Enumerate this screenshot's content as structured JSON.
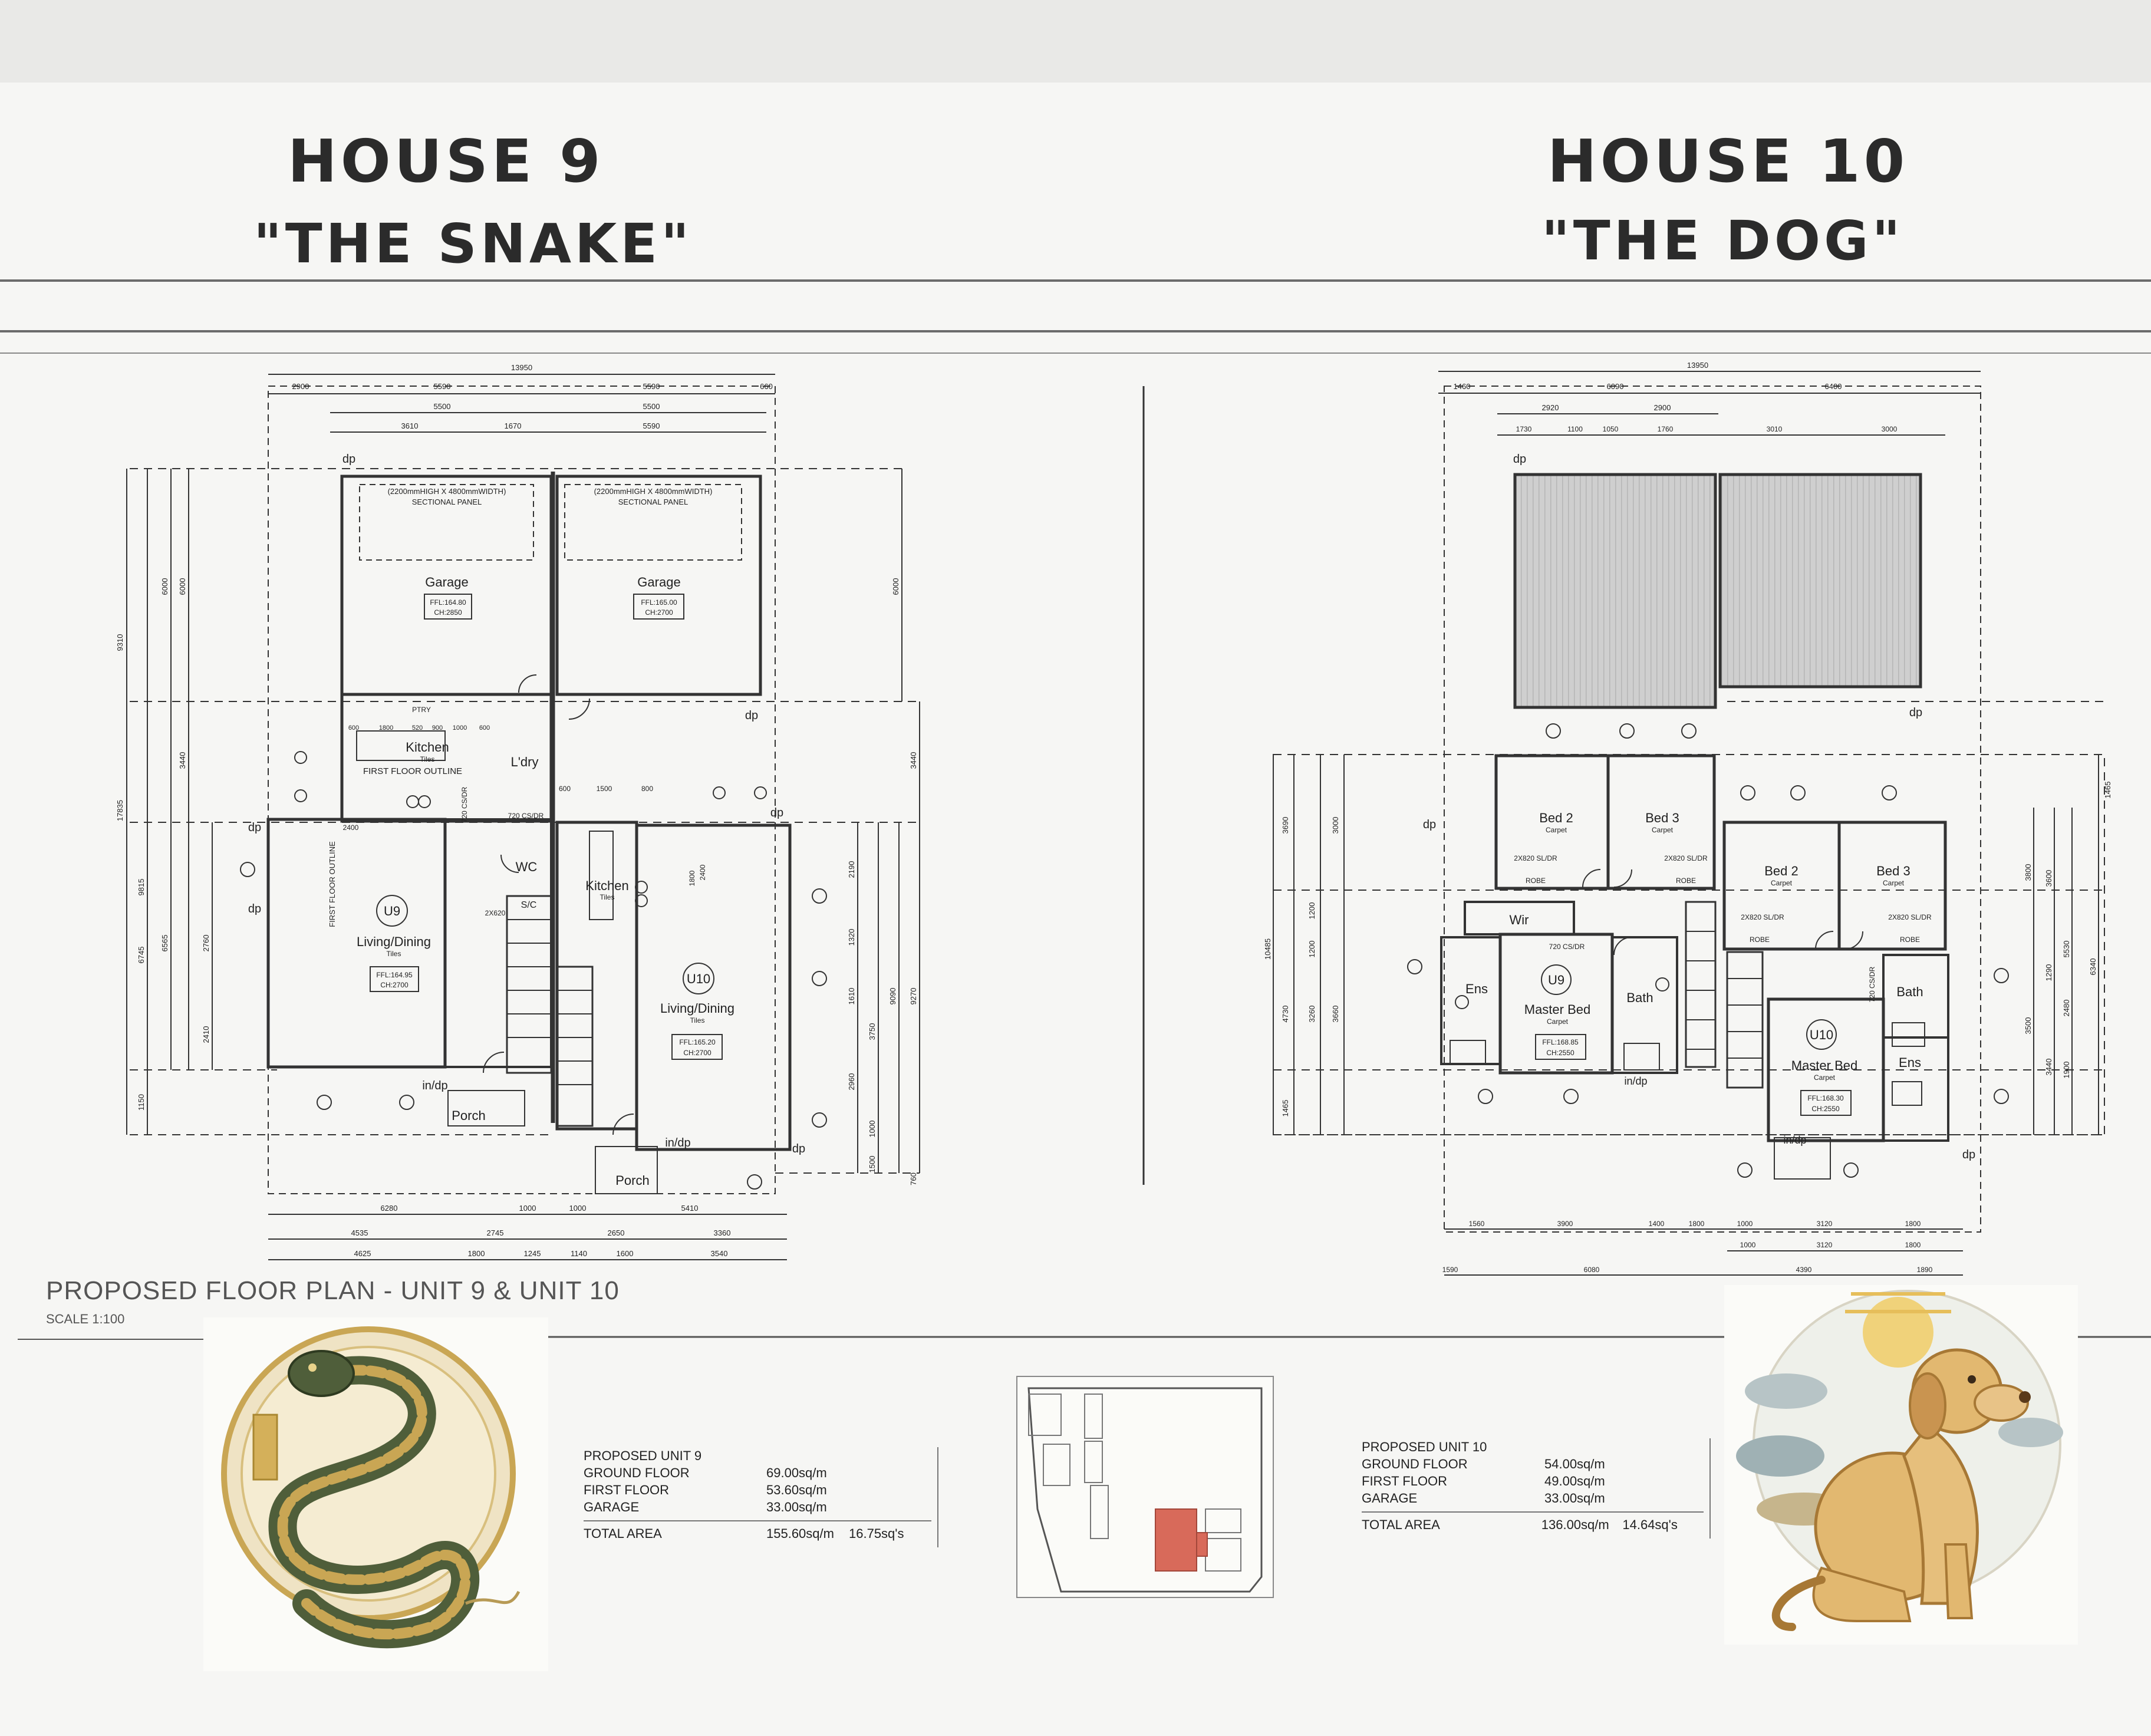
{
  "headings": {
    "house9_line1": "HOUSE 9",
    "house9_line2": "\"THE SNAKE\"",
    "house10_line1": "HOUSE 10",
    "house10_line2": "\"THE DOG\""
  },
  "plan_caption": {
    "title": "PROPOSED FLOOR PLAN - UNIT 9 & UNIT 10",
    "scale": "SCALE 1:100"
  },
  "ground_plan": {
    "overall_width": "13950",
    "top_dims_row1": [
      "2900",
      "5590",
      "5590",
      "660"
    ],
    "top_dims_row2": [
      "5500",
      "5500"
    ],
    "top_dims_row3": [
      "3610",
      "1670",
      "5590"
    ],
    "bottom_dims_row1": [
      "6280",
      "1000",
      "1000",
      "5410"
    ],
    "bottom_dims_row2": [
      "4535",
      "2745",
      "2650",
      "3360"
    ],
    "bottom_dims_row3": [
      "4625",
      "1800",
      "1245",
      "1140",
      "1600",
      "3540"
    ],
    "left_dims": [
      "9310",
      "6000",
      "6000",
      "3440",
      "17835",
      "9815",
      "6745",
      "6565",
      "2760",
      "2410",
      "1150"
    ],
    "right_dims": [
      "6000",
      "3440",
      "2190",
      "1320",
      "1610",
      "3750",
      "2960",
      "1000",
      "9090",
      "9270",
      "1500",
      "760"
    ],
    "garage_panel_left": "(2200mmHIGH X 4800mmWIDTH)",
    "garage_panel_left_sub": "SECTIONAL PANEL",
    "garage_panel_right": "(2200mmHIGH X 4800mmWIDTH)",
    "garage_panel_right_sub": "SECTIONAL PANEL",
    "garage_left": "Garage",
    "garage_left_ffl": "FFL:164.80",
    "garage_left_ch": "CH:2850",
    "garage_right": "Garage",
    "garage_right_ffl": "FFL:165.00",
    "garage_right_ch": "CH:2700",
    "kitchen9": "Kitchen",
    "kitchen9_finish": "Tiles",
    "first_floor_outline": "FIRST FLOOR OUTLINE",
    "pantry": "PTRY",
    "laundry": "L'dry",
    "wc": "WC",
    "stair": "S/C",
    "door_note_1": "720 CS/DR",
    "door_note_2": "720 CS/DR",
    "door_note_3": "2X620",
    "unit9_tag": "U9",
    "living9": "Living/Dining",
    "living9_finish": "Tiles",
    "living9_ffl": "FFL:164.95",
    "living9_ch": "CH:2700",
    "kitchen10": "Kitchen",
    "kitchen10_finish": "Tiles",
    "unit10_tag": "U10",
    "living10": "Living/Dining",
    "living10_finish": "Tiles",
    "living10_ffl": "FFL:165.20",
    "living10_ch": "CH:2700",
    "porch9": "Porch",
    "porch10": "Porch",
    "dp": "dp",
    "indp": "in/dp",
    "kitchen_dims": [
      "600",
      "1800",
      "520",
      "900",
      "1000",
      "600"
    ],
    "inner_dims": [
      "2400",
      "600",
      "1500",
      "800",
      "2400",
      "1800"
    ]
  },
  "first_plan": {
    "overall_width": "13950",
    "top_dims_row1": [
      "1460",
      "6090",
      "6400"
    ],
    "top_dims_row2": [
      "2920",
      "2900"
    ],
    "top_dims_row3": [
      "1730",
      "1100",
      "1050",
      "1760",
      "3010",
      "3000"
    ],
    "bed2_u9": "Bed 2",
    "bed3_u9": "Bed 3",
    "bed2_u10": "Bed 2",
    "bed3_u10": "Bed 3",
    "carpet": "Carpet",
    "robe": "ROBE",
    "wir": "Wir",
    "ens_u9": "Ens",
    "ens_u10": "Ens",
    "bath_u9": "Bath",
    "bath_u10": "Bath",
    "unit9_tag": "U9",
    "unit10_tag": "U10",
    "master_u9": "Master Bed",
    "master_u9_ffl": "FFL:168.85",
    "master_u9_ch": "CH:2550",
    "master_u10": "Master Bed",
    "master_u10_ffl": "FFL:168.30",
    "master_u10_ch": "CH:2550",
    "door_note": "2X820 SL/DR",
    "door_note_b": "720 CS/DR",
    "dp": "dp",
    "indp": "in/dp",
    "left_dims": [
      "10485",
      "3690",
      "3000",
      "1200",
      "1200",
      "4730",
      "3260",
      "3660",
      "1465"
    ],
    "right_dims": [
      "1465",
      "3800",
      "3600",
      "5530",
      "1290",
      "6340",
      "2480",
      "3500",
      "3440",
      "1900"
    ],
    "bottom_dims_row1": [
      "1560",
      "3900",
      "1400",
      "1800",
      "1000",
      "3120",
      "1800"
    ],
    "bottom_dims_row2": [
      "1000",
      "3120",
      "1800"
    ],
    "bottom_dims_row3": [
      "1590",
      "6080",
      "4390",
      "1890"
    ]
  },
  "unit9_schedule": {
    "heading": "PROPOSED UNIT 9",
    "rows": [
      {
        "label": "GROUND FLOOR",
        "value": "69.00sq/m"
      },
      {
        "label": "FIRST FLOOR",
        "value": "53.60sq/m"
      },
      {
        "label": "GARAGE",
        "value": "33.00sq/m"
      }
    ],
    "total_label": "TOTAL AREA",
    "total_value": "155.60sq/m",
    "total_squares": "16.75sq's"
  },
  "unit10_schedule": {
    "heading": "PROPOSED UNIT 10",
    "rows": [
      {
        "label": "GROUND FLOOR",
        "value": "54.00sq/m"
      },
      {
        "label": "FIRST FLOOR",
        "value": "49.00sq/m"
      },
      {
        "label": "GARAGE",
        "value": "33.00sq/m"
      }
    ],
    "total_label": "TOTAL AREA",
    "total_value": "136.00sq/m",
    "total_squares": "14.64sq's"
  },
  "colors": {
    "paper": "#f6f6f4",
    "ink": "#2b2b2b",
    "site_highlight": "#d86a5a",
    "snake_gold": "#c9a654",
    "snake_green": "#4f5e3a",
    "dog_body": "#e2b870",
    "dog_sun": "#f0d27a"
  }
}
